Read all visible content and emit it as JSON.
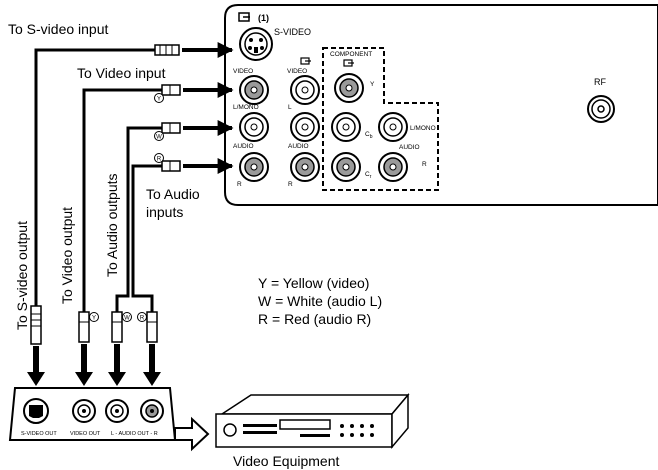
{
  "tv_panel": {
    "input_number": "(1)",
    "svideo_jack": "S-VIDEO",
    "video_jack_1": "VIDEO",
    "video_jack_2": "VIDEO",
    "lmono_jack": "L/MONO",
    "l_jack": "L",
    "audio_jack_1": "AUDIO",
    "audio_jack_2": "AUDIO",
    "r_jack_1": "R",
    "r_jack_2": "R",
    "component_title": "COMPONENT",
    "comp_y": "Y",
    "comp_cb": "C",
    "comp_cb_sub": "b",
    "comp_cr": "C",
    "comp_cr_sub": "r",
    "comp_lmono": "L/MONO",
    "comp_audio": "AUDIO",
    "comp_r": "R",
    "rf": "RF"
  },
  "labels": {
    "to_svideo_input": "To S-video input",
    "to_video_input": "To Video input",
    "to_audio_inputs_1": "To Audio",
    "to_audio_inputs_2": "inputs",
    "to_svideo_output": "To S-video output",
    "to_video_output": "To Video output",
    "to_audio_outputs": "To Audio outputs"
  },
  "legend": [
    "Y = Yellow (video)",
    "W = White (audio L)",
    "R = Red (audio R)"
  ],
  "plug_marks": {
    "video": "Y",
    "audio_l": "W",
    "audio_r": "R"
  },
  "device_panel": {
    "svideo_out": "S-VIDEO OUT",
    "video_out": "VIDEO OUT",
    "audio_out": "L - AUDIO OUT - R"
  },
  "device_name": "Video Equipment",
  "colors": {
    "line": "#000000",
    "background": "#ffffff",
    "red_jack_fill": "#9a9a9a"
  }
}
